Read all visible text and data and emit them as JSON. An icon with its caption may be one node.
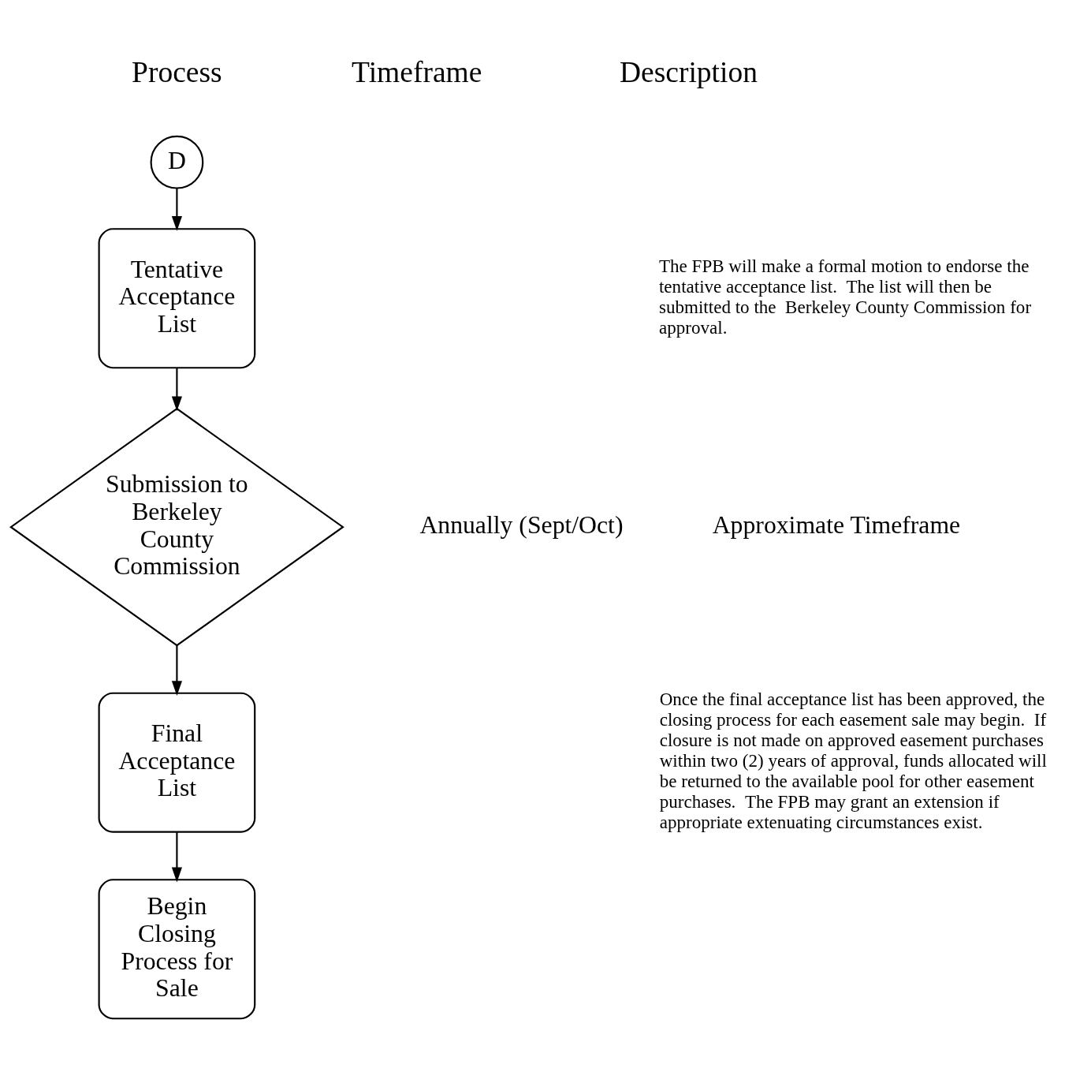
{
  "diagram": {
    "nodes": [
      {
        "text": [
          "D"
        ]
      },
      {
        "text": [
          "Tentative Acceptance List"
        ]
      },
      {
        "text": [
          "Submission to Berkeley County Commission"
        ],
        "beside": [
          "Annually (Sept/Oct)",
          "Approximate Timeframe"
        ]
      },
      {
        "text": [
          "Final Acceptance List"
        ]
      },
      {
        "text": [
          "Begin Closing Process for Sale"
        ]
      }
    ],
    "edges": [
      {
        "from": 0,
        "to": 1,
        "arrow": "to"
      },
      {
        "from": 1,
        "to": 2,
        "arrow": "to"
      },
      {
        "from": 2,
        "to": 3,
        "arrow": "to"
      },
      {
        "from": 3,
        "to": 4,
        "arrow": "to"
      }
    ],
    "labels": [
      "Process",
      "Timeframe",
      "Description",
      "The FPB will make a formal motion to endorse the tentative acceptance list.  The list will then be submitted to the  Berkeley County Commission for approval.",
      "Once the final acceptance list has been approved, the closing process for each easement sale may begin.  If closure is not made on approved easement purchases within two (2) years of approval, funds allocated will be returned to the available pool for other easement purchases.  The FPB may grant an extension if appropriate extenuating circumstances exist."
    ]
  }
}
